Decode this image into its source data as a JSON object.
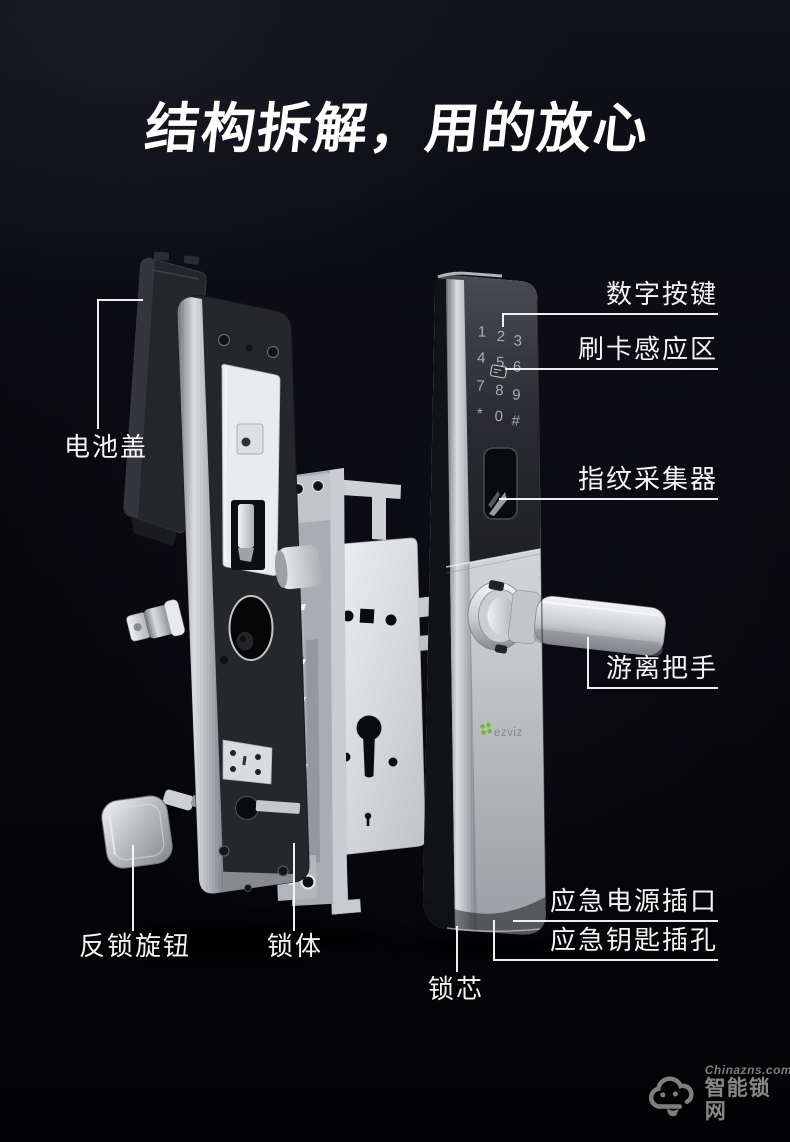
{
  "page": {
    "title": "结构拆解，用的放心"
  },
  "callouts": {
    "numeric_keypad": "数字按键",
    "card_reader_zone": "刷卡感应区",
    "fingerprint_reader": "指纹采集器",
    "free_handle": "游离把手",
    "emergency_power_port": "应急电源插口",
    "emergency_keyhole": "应急钥匙插孔",
    "battery_cover": "电池盖",
    "anti_lock_knob": "反锁旋钮",
    "lock_body": "锁体",
    "lock_cylinder": "锁芯"
  },
  "front": {
    "brand": "ezviz",
    "keypad_keys": [
      "1",
      "2",
      "3",
      "4",
      "5",
      "6",
      "7",
      "8",
      "9",
      "*",
      "0",
      "#"
    ],
    "icons": [
      "card-swipe-icon",
      "fingerprint-window"
    ]
  },
  "watermark": {
    "site": "Chinazns.com",
    "name": "智能锁网",
    "icon": "cloud-face-icon"
  },
  "colors": {
    "background": "#0a0a12",
    "headline_text": "#ffffff",
    "label_text": "#f5f5f5",
    "leader_line": "#fafafa",
    "brand_green": "#76b82a",
    "watermark_gray": "#8f8f8f"
  }
}
